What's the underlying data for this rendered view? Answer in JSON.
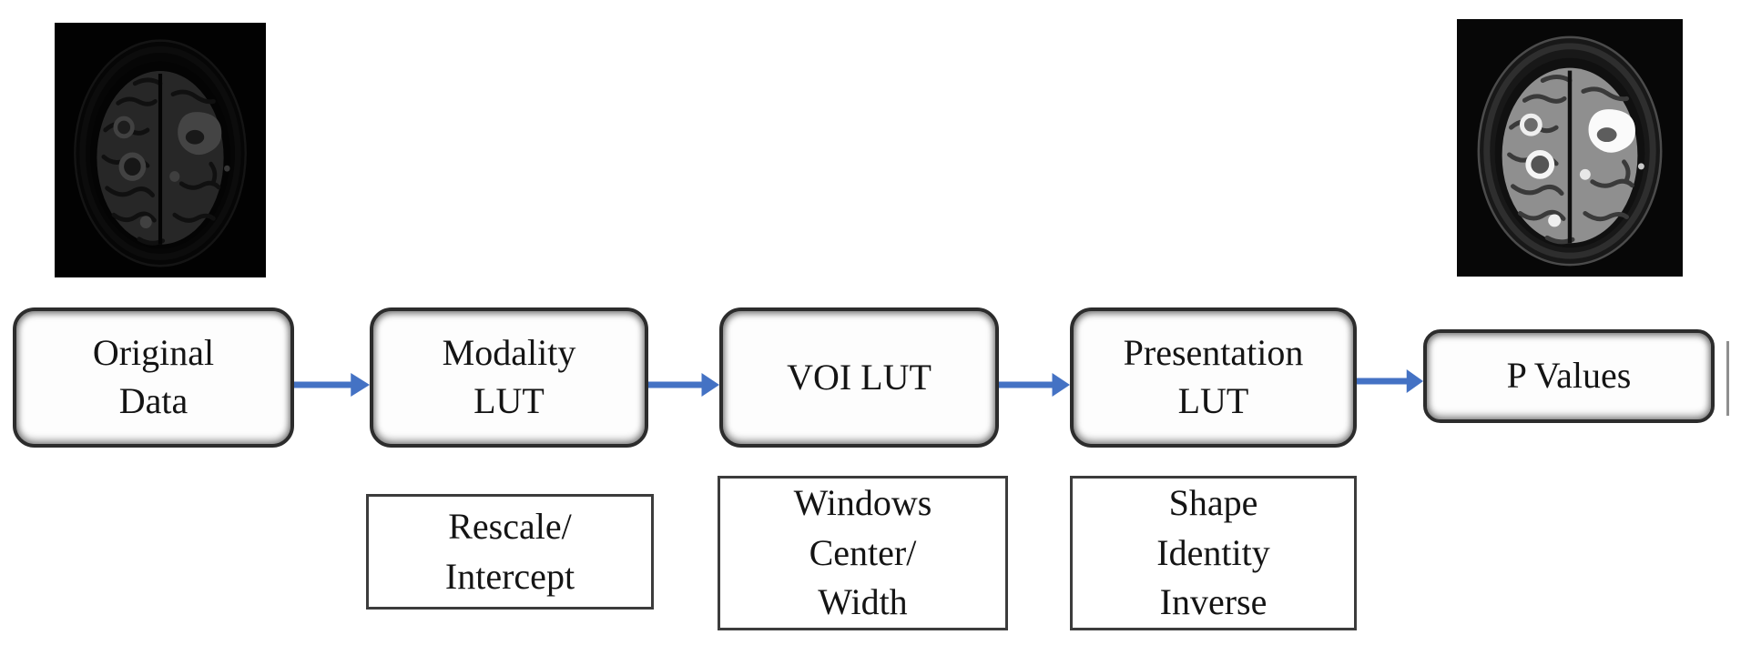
{
  "flow": {
    "boxes": [
      {
        "id": "original-data",
        "lines": [
          "Original",
          "Data"
        ]
      },
      {
        "id": "modality-lut",
        "lines": [
          "Modality",
          "LUT"
        ]
      },
      {
        "id": "voi-lut",
        "lines": [
          "VOI LUT"
        ]
      },
      {
        "id": "presentation-lut",
        "lines": [
          "Presentation",
          "LUT"
        ]
      },
      {
        "id": "p-values",
        "lines": [
          "P Values"
        ]
      }
    ],
    "annotations": [
      {
        "id": "rescale-intercept",
        "lines": [
          "Rescale/",
          "Intercept"
        ]
      },
      {
        "id": "windows-center-width",
        "lines": [
          "Windows",
          "Center/",
          "Width"
        ]
      },
      {
        "id": "shape-identity-inverse",
        "lines": [
          "Shape",
          "Identity",
          "Inverse"
        ]
      }
    ],
    "colors": {
      "arrow": "#4472C4",
      "main_box_border": "#2c2c2c",
      "annotation_box_border": "#3c3c3c",
      "text": "#141414",
      "cropped_edge_line": "#8f8f8f"
    }
  }
}
